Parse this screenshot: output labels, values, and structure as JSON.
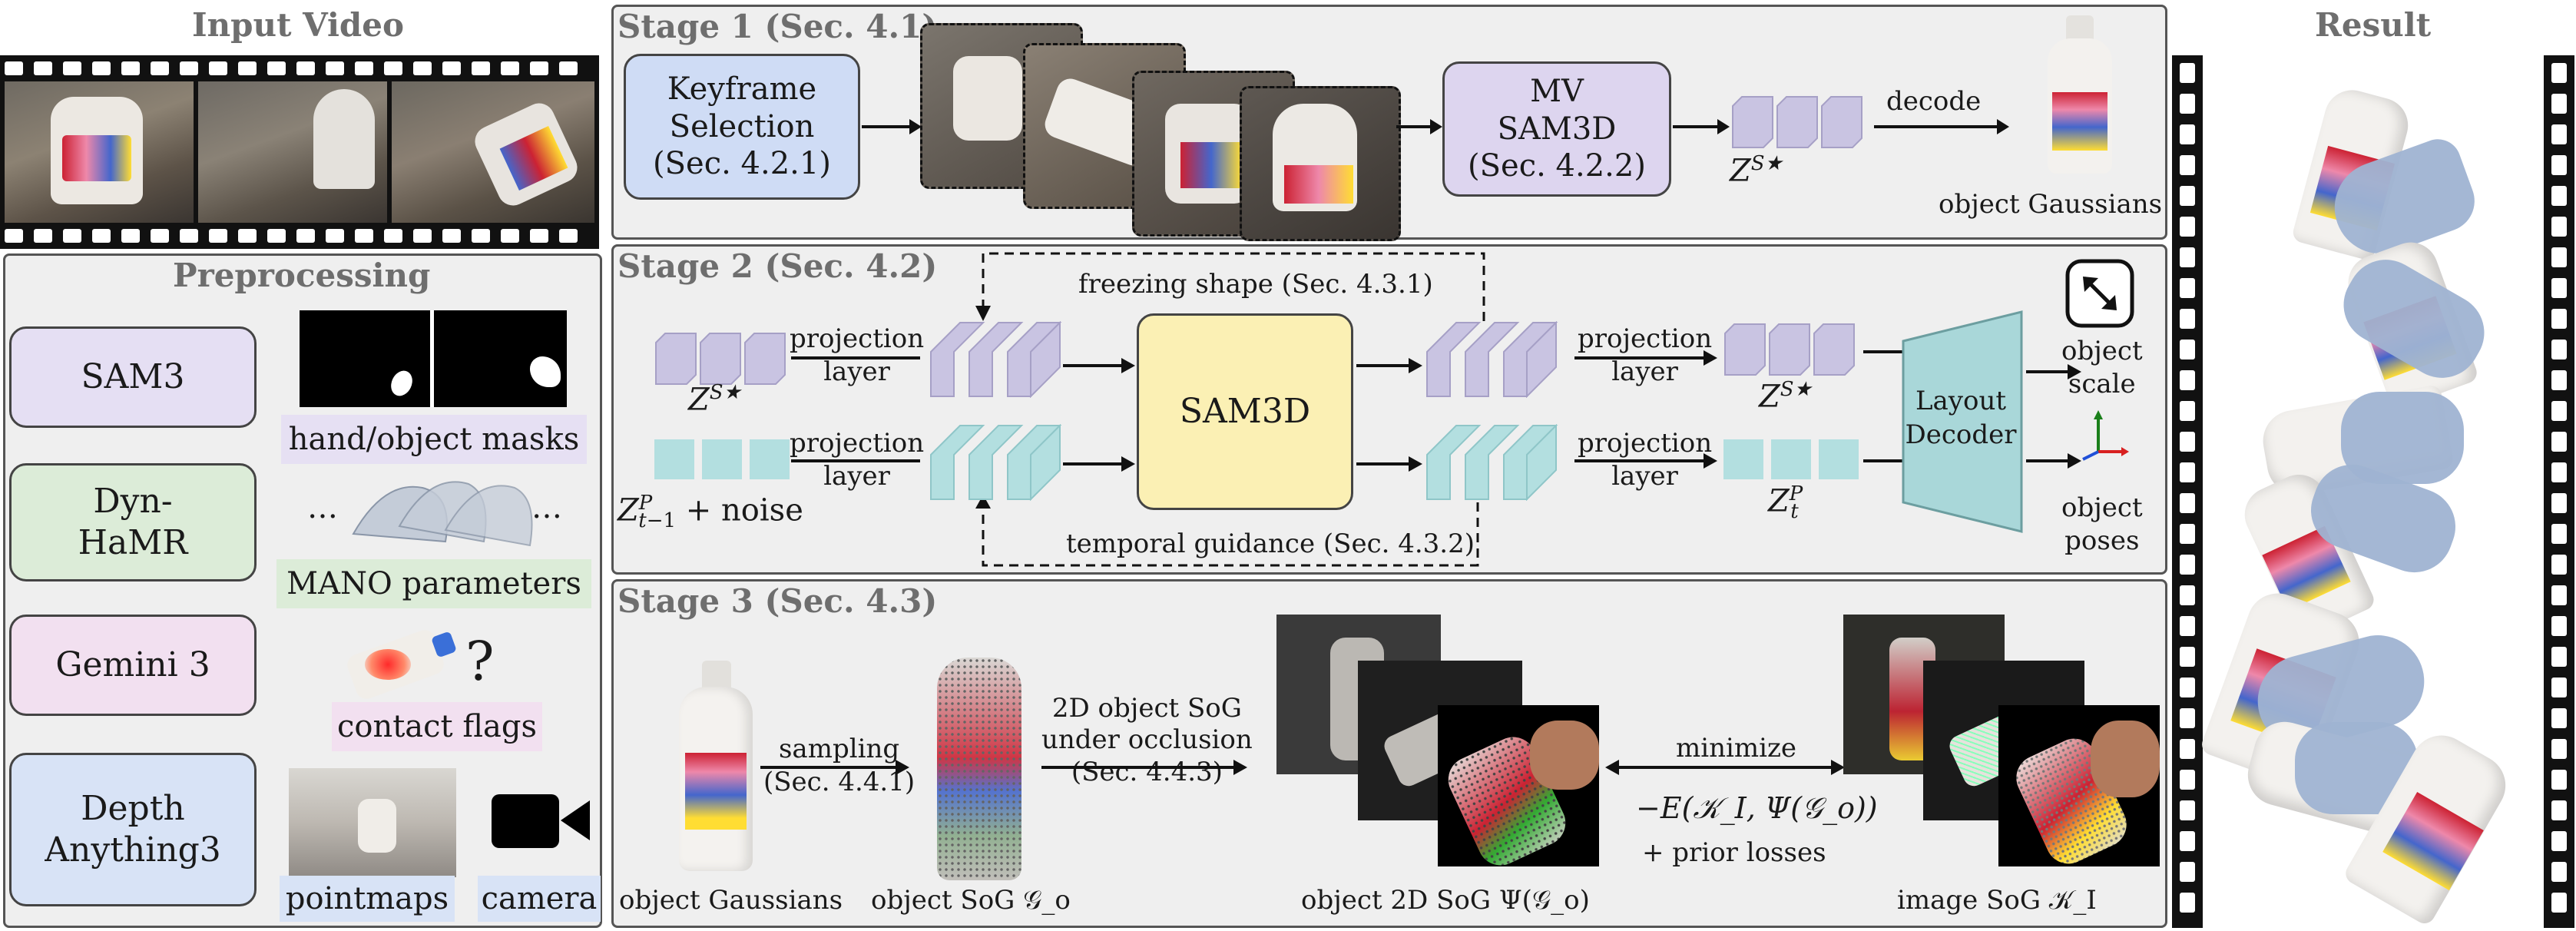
{
  "titles": {
    "input_video": "Input Video",
    "result": "Result"
  },
  "preprocessing": {
    "title": "Preprocessing",
    "tools": [
      {
        "label": "SAM3",
        "color": "#e5dff3"
      },
      {
        "label": "Dyn-\nHaMR",
        "color": "#dcecd8"
      },
      {
        "label": "Gemini 3",
        "color": "#f2e0f0"
      },
      {
        "label": "Depth\nAnything3",
        "color": "#d8e3f6"
      }
    ],
    "outputs": {
      "masks": "hand/object masks",
      "mano": "MANO parameters",
      "mano_dots_left": "…",
      "mano_dots_right": "…",
      "contact": "contact flags",
      "contact_question": "?",
      "pointmaps": "pointmaps",
      "camera": "camera"
    }
  },
  "stage1": {
    "title": "Stage 1 (Sec. 4.1)",
    "keyframe_box": "Keyframe\nSelection\n(Sec. 4.2.1)",
    "mvsam_box": "MV\nSAM3D\n(Sec. 4.2.2)",
    "latent": "Z^{S*}",
    "decode": "decode",
    "object_gaussians": "object Gaussians"
  },
  "stage2": {
    "title": "Stage 2 (Sec. 4.2)",
    "freezing": "freezing shape (Sec. 4.3.1)",
    "temporal": "temporal guidance (Sec. 4.3.2)",
    "proj_top_left": "projection\nlayer",
    "proj_bottom_left": "projection\nlayer",
    "proj_top_right": "projection\nlayer",
    "proj_bottom_right": "projection\nlayer",
    "sam3d": "SAM3D",
    "z_shape_in": "Z^{S*}",
    "z_pose_in": "Z^P_{t-1} + noise",
    "z_shape_out": "Z^{S*}",
    "z_pose_out": "Z^P_t",
    "decoder": "Layout\nDecoder",
    "object_scale": "object\nscale",
    "object_poses": "object\nposes"
  },
  "stage3": {
    "title": "Stage 3 (Sec. 4.3)",
    "sampling": "sampling\n(Sec. 4.4.1)",
    "occlusion": "2D object SoG\nunder occlusion\n(Sec. 4.4.3)",
    "minimize": "minimize",
    "energy": "−E(𝒦_I, Ψ(𝒢_o))",
    "prior": "+ prior losses",
    "object_gaussians": "object Gaussians",
    "object_sog": "object SoG 𝒢_o",
    "object_2d_sog": "object 2D SoG Ψ(𝒢_o)",
    "image_sog": "image SoG 𝒦_I"
  },
  "colors": {
    "purple_block": "#c9c4e2",
    "teal_block": "#b3dfe0",
    "sam3d_fill": "#fbf0b4",
    "decoder_fill": "#a9d7d9",
    "keyframe_fill": "#cfdcf5",
    "mvsam_fill": "#ddd5ef"
  }
}
